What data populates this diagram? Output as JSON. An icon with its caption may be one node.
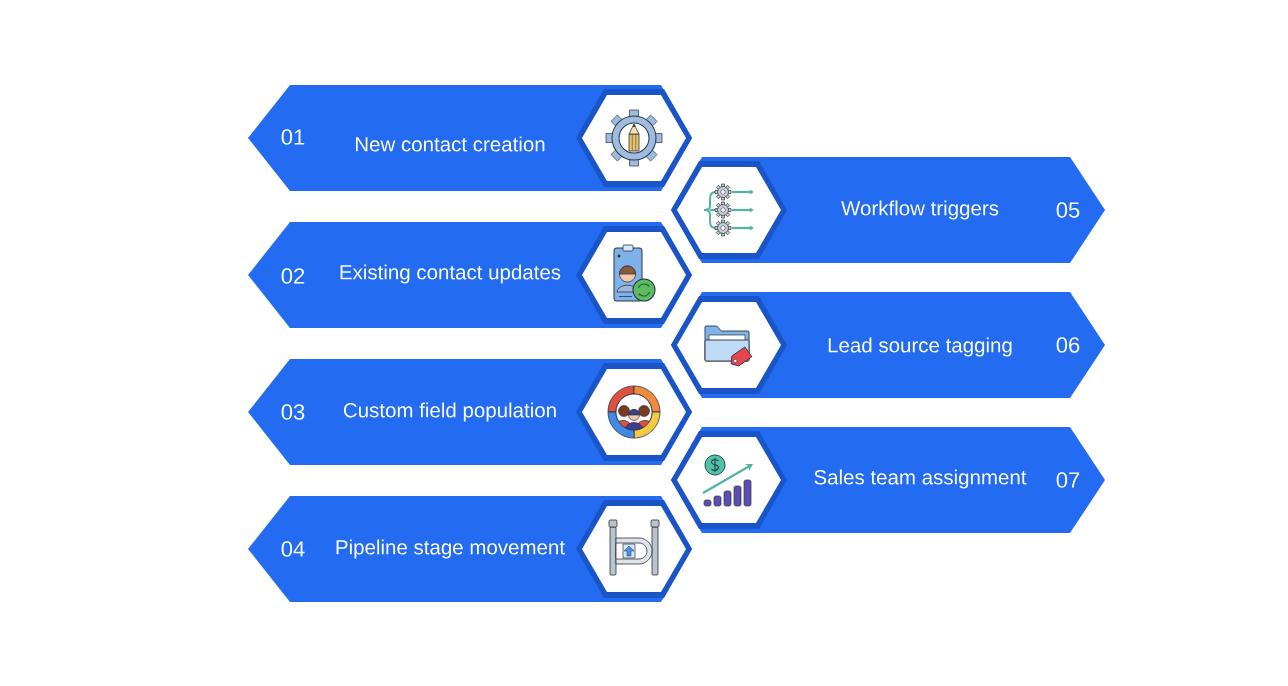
{
  "diagram": {
    "nodes": [
      {
        "text": [
          "01",
          "New contact creation"
        ]
      },
      {
        "text": [
          "02",
          "Existing contact updates"
        ]
      },
      {
        "text": [
          "03",
          "Custom field population"
        ]
      },
      {
        "text": [
          "04",
          "Pipeline stage movement"
        ]
      },
      {
        "text": [
          "Workflow triggers",
          "05"
        ]
      },
      {
        "text": [
          "Lead source tagging",
          "06"
        ]
      },
      {
        "text": [
          "Sales team assignment",
          "07"
        ]
      }
    ]
  }
}
